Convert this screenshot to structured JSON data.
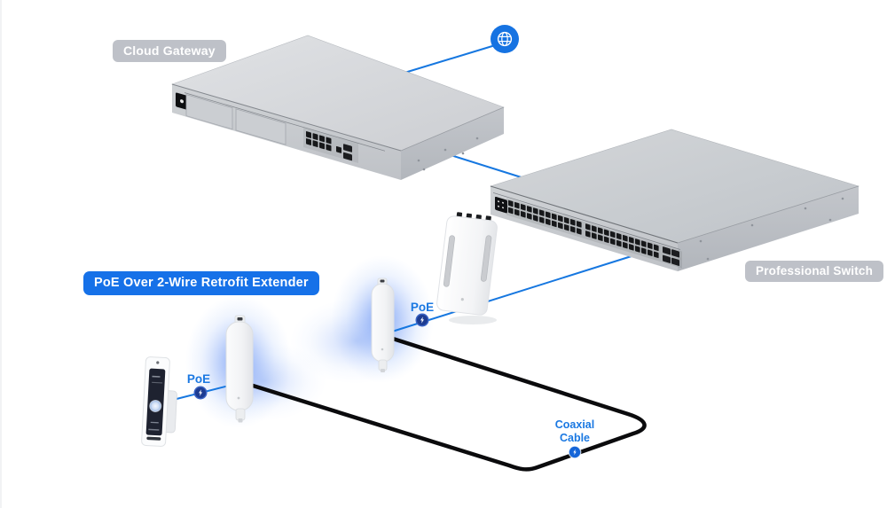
{
  "labels": {
    "cloud_gateway": "Cloud Gateway",
    "professional_switch": "Professional Switch",
    "extender_banner": "PoE Over 2-Wire Retrofit Extender",
    "poe_switch_link": "PoE",
    "poe_wall_link": "PoE",
    "coaxial_line1": "Coaxial",
    "coaxial_line2": "Cable"
  },
  "colors": {
    "accent_blue": "#1a78e2",
    "link_line_blue": "#1677e0",
    "banner_blue": "#1671e8",
    "badge_gray": "#acb0b8",
    "cable_black": "#0b0b0d",
    "poe_icon_navy": "#1d3c92",
    "coax_icon_blue": "#1565d8",
    "glow_blue": "#5c8af0",
    "device_gray": "#ced1d5"
  },
  "icons": {
    "globe": "internet-globe-icon",
    "poe_switch_link": "lightning-bolt-icon",
    "poe_wall_link": "lightning-bolt-icon",
    "coaxial": "lightning-bolt-icon"
  }
}
